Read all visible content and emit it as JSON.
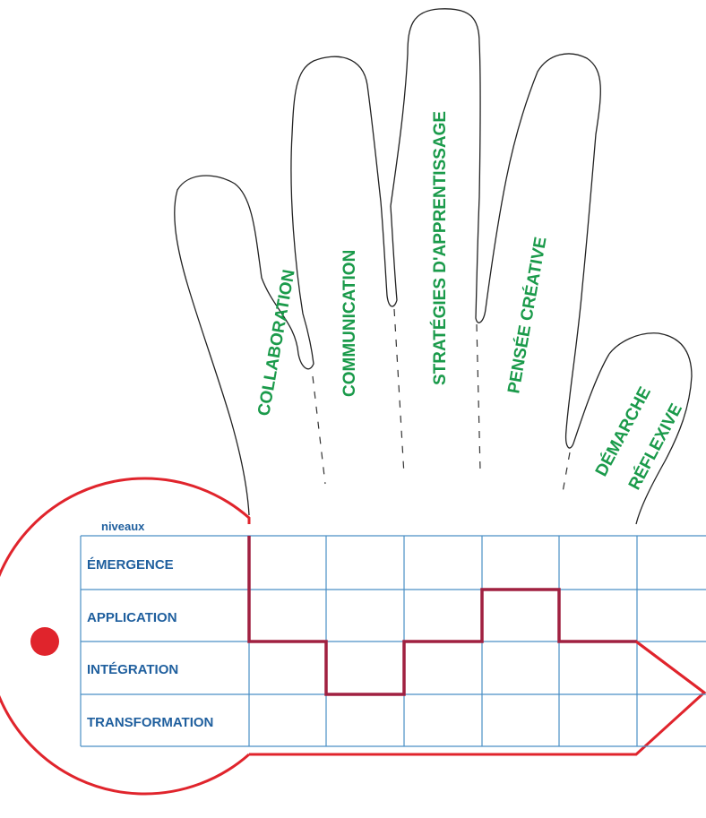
{
  "fingers": [
    {
      "id": "collaboration",
      "label": "COLLABORATION"
    },
    {
      "id": "communication",
      "label": "COMMUNICATION"
    },
    {
      "id": "strategies",
      "label": "STRATÉGIES D'APPRENTISSAGE"
    },
    {
      "id": "pensee",
      "label": "PENSÉE CRÉATIVE"
    },
    {
      "id": "demarche",
      "label_line1": "DÉMARCHE",
      "label_line2": "RÉFLEXIVE"
    }
  ],
  "grid": {
    "header": "niveaux",
    "levels": [
      "ÉMERGENCE",
      "APPLICATION",
      "INTÉGRATION",
      "TRANSFORMATION"
    ]
  },
  "key_profile": {
    "columns": [
      "COLLABORATION",
      "COMMUNICATION",
      "STRATÉGIES D'APPRENTISSAGE",
      "PENSÉE CRÉATIVE",
      "DÉMARCHE RÉFLEXIVE"
    ],
    "level_index_per_column": [
      2,
      3,
      2,
      1,
      2
    ]
  },
  "colors": {
    "finger_text": "#1a9a4a",
    "level_text": "#1f5f9e",
    "grid": "#4a8fc5",
    "key_outline": "#e0242c",
    "profile_line": "#a02040"
  }
}
